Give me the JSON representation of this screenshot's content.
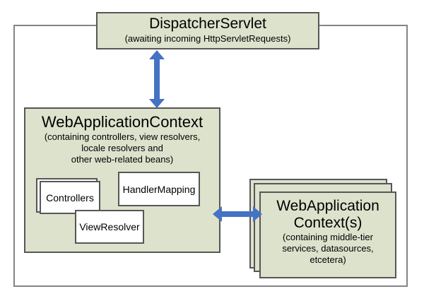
{
  "dispatcher_servlet": {
    "title": "DispatcherServlet",
    "subtitle": "(awaiting incoming HttpServletRequests)"
  },
  "web_app_context": {
    "title": "WebApplicationContext",
    "subtitle_lines": [
      "(containing controllers, view resolvers,",
      "locale resolvers and",
      "other web-related beans)"
    ],
    "beans": {
      "controllers": "Controllers",
      "handler_mapping": "HandlerMapping",
      "view_resolver": "ViewResolver"
    }
  },
  "middle_tier_context": {
    "title_lines": [
      "WebApplication",
      "Context(s)"
    ],
    "subtitle_lines": [
      "(containing middle-tier",
      "services, datasources,",
      "etcetera)"
    ]
  },
  "colors": {
    "box_fill": "#dde2cd",
    "box_border": "#565656",
    "outer_border": "#848484",
    "arrow_blue": "#4472c4"
  }
}
